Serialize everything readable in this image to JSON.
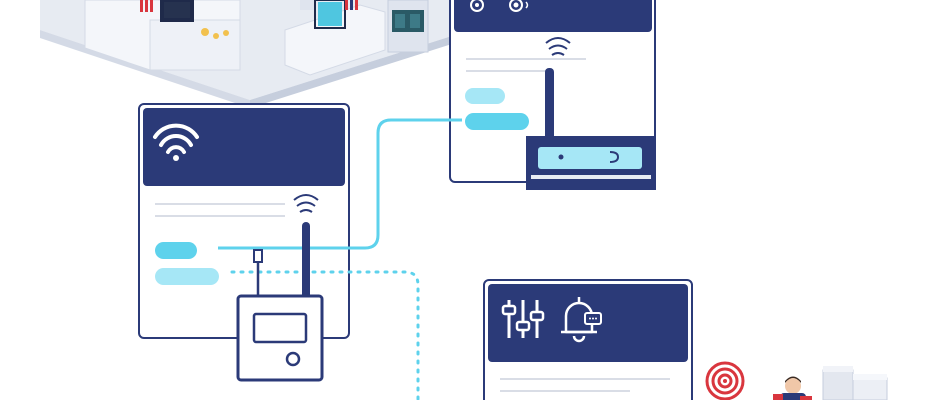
{
  "illustration": {
    "colors": {
      "navy": "#2b3a78",
      "accent_cyan": "#5ed2ec",
      "light_cyan": "#a6e7f6",
      "grey_line": "#d9dde6",
      "card_border": "#2b3a78",
      "alert_red": "#d9363e",
      "lab_floor": "#e7ebf2",
      "lab_wall": "#d4dae6"
    },
    "icons": [
      "wifi-icon",
      "sliders-icon",
      "bell-chat-icon",
      "antenna-signal-icon",
      "alert-beacon-icon"
    ],
    "cards": [
      {
        "name": "left-card",
        "header_icon": "wifi-icon"
      },
      {
        "name": "top-right-card",
        "header_icon": "toggle-icons"
      },
      {
        "name": "bottom-card",
        "header_icon": "sliders-icon, bell-chat-icon"
      }
    ],
    "devices": [
      "wireless-sensor-device",
      "gateway-router"
    ]
  }
}
